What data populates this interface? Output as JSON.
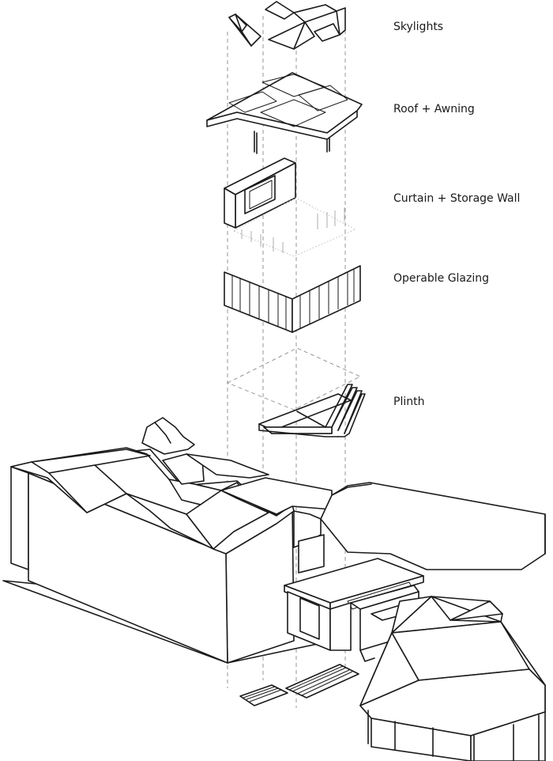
{
  "labels": {
    "skylights": "Skylights",
    "roof_awning": "Roof + Awning",
    "curtain_storage_wall": "Curtain + Storage Wall",
    "operable_glazing": "Operable Glazing",
    "plinth": "Plinth"
  }
}
